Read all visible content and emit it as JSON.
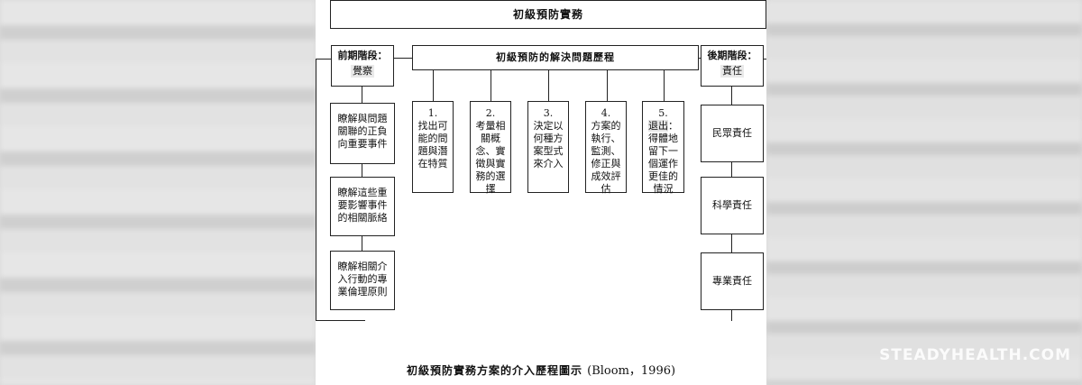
{
  "diagram": {
    "title": "初級預防實務",
    "left_phase": {
      "label": "前期階段：",
      "sub": "覺察"
    },
    "center_title": "初級預防的解決問題歷程",
    "right_phase": {
      "label": "後期階段：",
      "sub": "責任"
    },
    "left_boxes": [
      "瞭解與問題關聯的正負向重要事件",
      "瞭解這些重要影響事件的相關脈絡",
      "瞭解相關介入行動的專業倫理原則"
    ],
    "steps": [
      {
        "num": "1.",
        "pre": "",
        "hl": "",
        "post": "找出可能的問題與潛在特質"
      },
      {
        "num": "2.",
        "pre": "",
        "hl": "",
        "post": "考量相關概念、實徵與實務的選擇"
      },
      {
        "num": "3.",
        "pre": "",
        "hl": "",
        "post": "決定以何種方案型式來介入"
      },
      {
        "num": "4.",
        "pre": "",
        "hl": "",
        "post": "方案的執行、監測、修正與成效評估"
      },
      {
        "num": "5.",
        "pre": "",
        "hl": "退出",
        "post": "：得體地留下一個運作更佳的情況"
      }
    ],
    "right_boxes": [
      "民眾責任",
      "科學責任",
      "專業責任"
    ],
    "caption": "初級預防實務方案的介入歷程圖示",
    "citation": "(Bloom，1996)"
  },
  "watermark": "STEADYHEALTH.COM"
}
